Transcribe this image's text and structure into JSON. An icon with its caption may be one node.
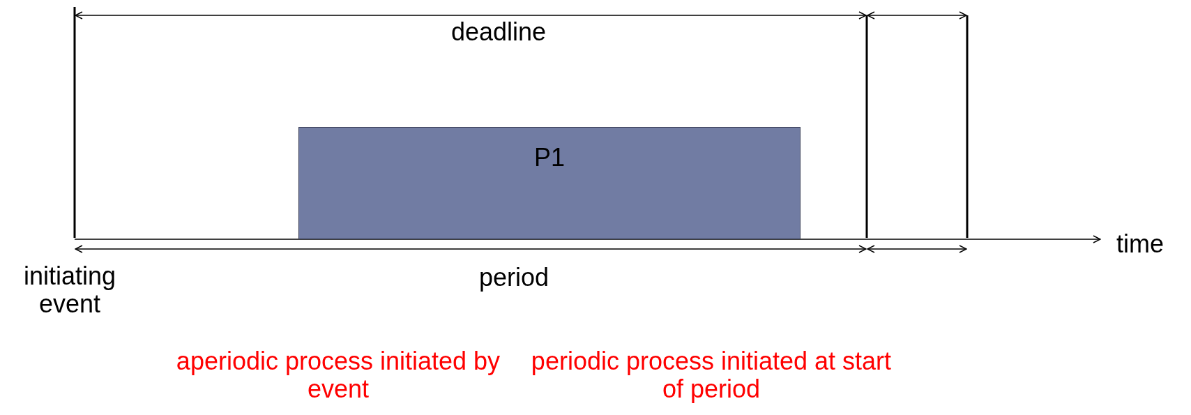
{
  "diagram": {
    "nodes": [
      {
        "text": [
          "P1"
        ]
      }
    ],
    "labels": [
      "deadline",
      "time",
      "initiating event",
      "period",
      "aperiodic process initiated by event",
      "periodic process initiated at start of period"
    ]
  }
}
